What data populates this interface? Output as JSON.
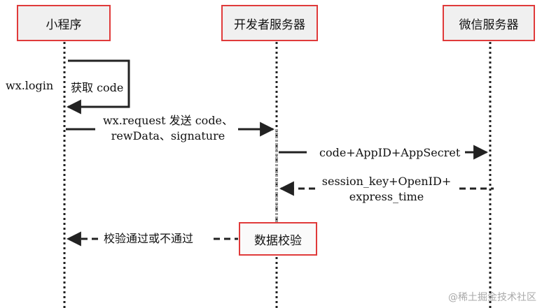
{
  "actors": {
    "miniprogram": "小程序",
    "dev_server": "开发者服务器",
    "wechat_server": "微信服务器"
  },
  "messages": {
    "wx_login": "wx.login",
    "get_code": "获取 code",
    "request_line1": "wx.request 发送 code、",
    "request_line2": "rewData、signature",
    "code_appid": "code+AppID+AppSecret",
    "session_line1": "session_key+OpenID+",
    "session_line2": "express_time",
    "verify_result": "校验通过或不通过",
    "data_verify": "数据校验"
  },
  "watermark": "@稀土掘金技术社区",
  "colors": {
    "box_border": "#e03a3a",
    "box_fill": "#f0f0f0",
    "line": "#222222",
    "lifeline_active": "#9a9a9a"
  }
}
